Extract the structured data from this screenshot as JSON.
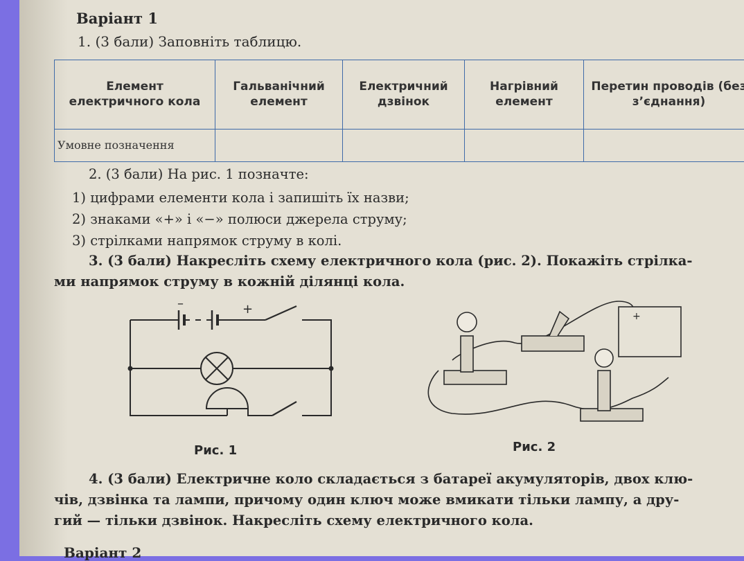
{
  "variant_title": "Варіант 1",
  "task1": "1. (3 бали) Заповніть таблицю.",
  "table": {
    "headers": [
      "Елемент електричного кола",
      "Гальванічний елемент",
      "Електричний дзвінок",
      "Нагрівний елемент",
      "Перетин проводів (без з’єднання)"
    ],
    "row_label": "Умовне позначення"
  },
  "task2": {
    "title": "2. (3 бали) На рис. 1 позначте:",
    "items": [
      "1) цифрами елементи кола і запишіть їх назви;",
      "2) знаками «+» і «−» полюси джерела струму;",
      "3) стрілками напрямок струму в колі."
    ]
  },
  "task3": {
    "line1": "3. (3 бали) Накресліть схему електричного кола (рис. 2). Покажіть стрілка-",
    "line2": "ми напрямок струму в кожній ділянці кола."
  },
  "figure1": {
    "caption": "Рис. 1",
    "minus": "–",
    "plus": "+"
  },
  "figure2": {
    "caption": "Рис. 2",
    "plus": "+"
  },
  "task4": {
    "line1": "4. (3 бали) Електричне коло складається з батареї акумуляторів, двох клю-",
    "line2": "чів, дзвінка та лампи, причому один ключ може вмикати тільки лампу, а дру-",
    "line3": "гий — тільки дзвінок. Накресліть схему електричного кола."
  },
  "next_variant": "Варіант 2"
}
